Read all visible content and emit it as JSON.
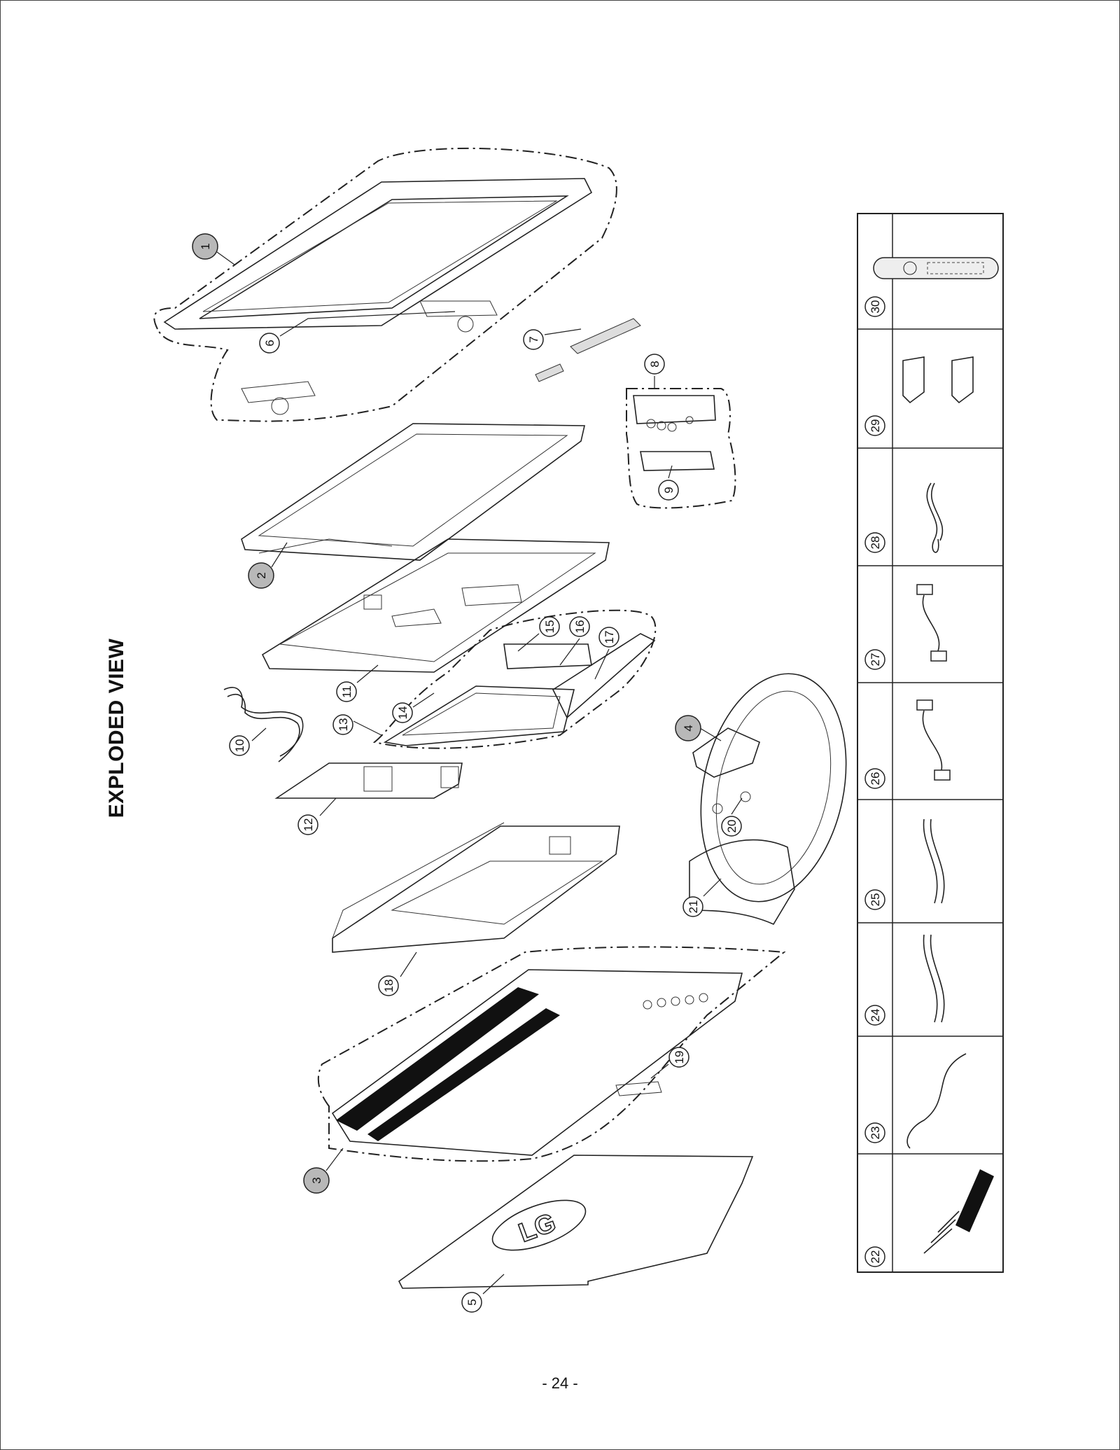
{
  "title": "EXPLODED VIEW",
  "page_number": "- 24 -",
  "callouts": [
    {
      "id": "1",
      "shaded": true
    },
    {
      "id": "2",
      "shaded": true
    },
    {
      "id": "3",
      "shaded": true
    },
    {
      "id": "4",
      "shaded": true
    },
    {
      "id": "5"
    },
    {
      "id": "6"
    },
    {
      "id": "7"
    },
    {
      "id": "8"
    },
    {
      "id": "9"
    },
    {
      "id": "10"
    },
    {
      "id": "11"
    },
    {
      "id": "12"
    },
    {
      "id": "13"
    },
    {
      "id": "14"
    },
    {
      "id": "15"
    },
    {
      "id": "16"
    },
    {
      "id": "17"
    },
    {
      "id": "18"
    },
    {
      "id": "19"
    },
    {
      "id": "20"
    },
    {
      "id": "21"
    }
  ],
  "accessories": [
    {
      "id": "22",
      "icon": "av-cable-bundle-icon"
    },
    {
      "id": "23",
      "icon": "antenna-cable-icon"
    },
    {
      "id": "24",
      "icon": "rca-cable-icon"
    },
    {
      "id": "25",
      "icon": "rca-cable-icon"
    },
    {
      "id": "26",
      "icon": "dvi-cable-icon"
    },
    {
      "id": "27",
      "icon": "d-sub-cable-icon"
    },
    {
      "id": "28",
      "icon": "power-cord-icon"
    },
    {
      "id": "29",
      "icon": "cable-holder-icon"
    },
    {
      "id": "30",
      "icon": "remote-control-icon"
    }
  ]
}
